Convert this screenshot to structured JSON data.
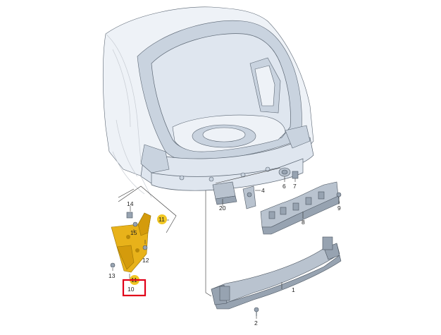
{
  "callouts": {
    "c1": "1",
    "c2": "2",
    "c4": "4",
    "c6": "6",
    "c7": "7",
    "c8": "8",
    "c9": "9",
    "c10": "10",
    "c11a": "11",
    "c11b": "11",
    "c12": "12",
    "c13": "13",
    "c14": "14",
    "c15": "15",
    "c20": "20"
  },
  "colors": {
    "highlight_marker": "#f0c623",
    "selection_box": "#e1001a",
    "highlighted_part": "#e8b21a"
  }
}
